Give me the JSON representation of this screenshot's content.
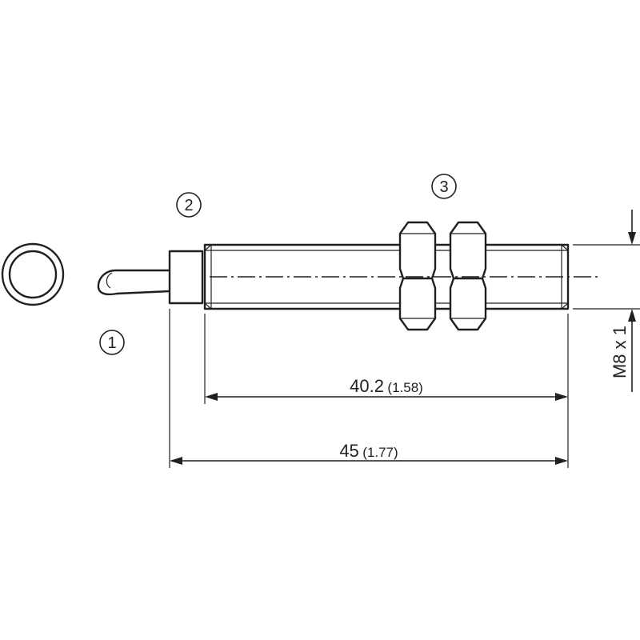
{
  "callouts": {
    "c1": "1",
    "c2": "2",
    "c3": "3"
  },
  "dimensions": {
    "thread_length": {
      "value": "40.2",
      "inch": "(1.58)"
    },
    "total_length": {
      "value": "45",
      "inch": "(1.77)"
    },
    "thread_size": "M8 x 1"
  },
  "colors": {
    "line": "#231f20",
    "background": "#ffffff"
  }
}
